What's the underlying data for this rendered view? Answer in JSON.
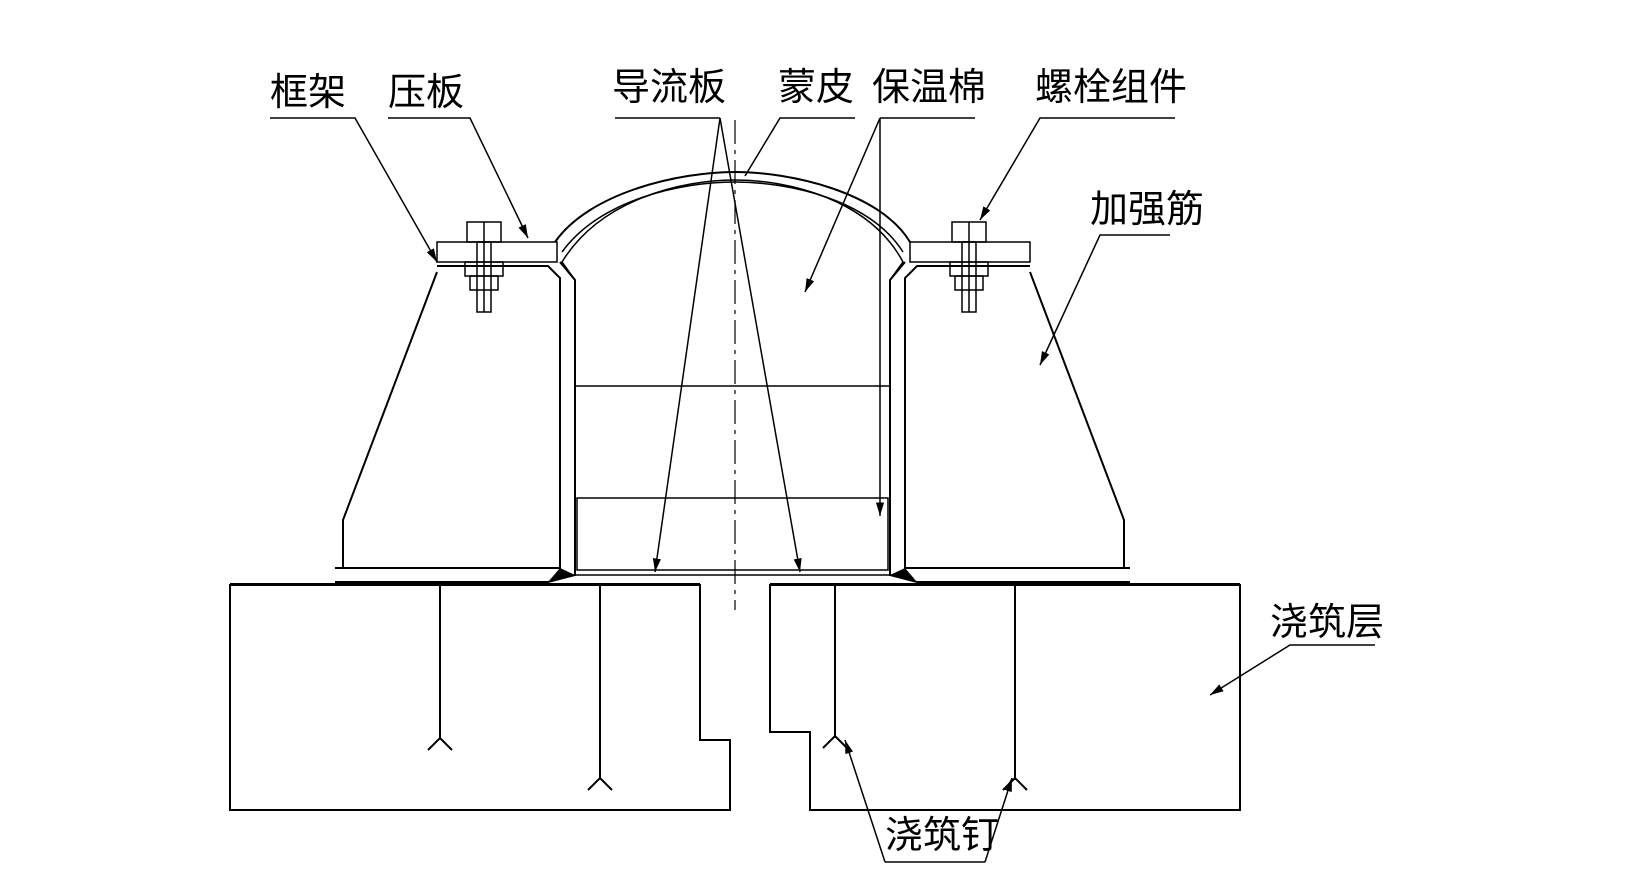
{
  "labels": {
    "frame": "框架",
    "press_plate": "压板",
    "deflector": "导流板",
    "skin": "蒙皮",
    "insulation": "保温棉",
    "bolt_assembly": "螺栓组件",
    "stiffener": "加强筋",
    "casting_layer": "浇筑层",
    "casting_nail": "浇筑钉"
  },
  "colors": {
    "line": "#000000",
    "background": "#ffffff"
  }
}
